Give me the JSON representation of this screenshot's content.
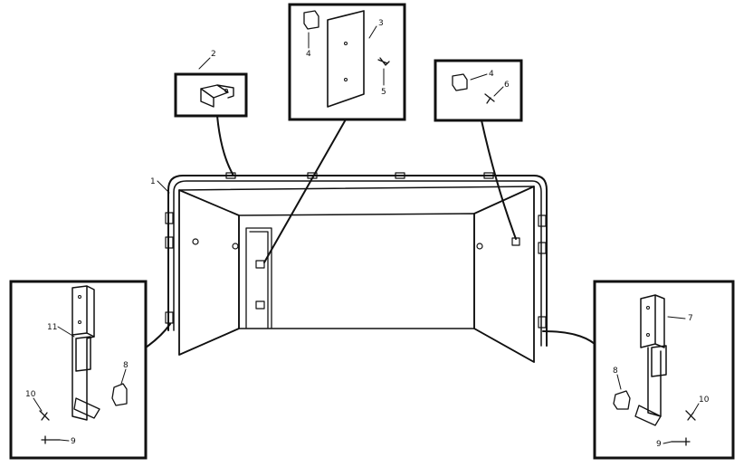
{
  "callouts": {
    "c1": "1",
    "c2": "2",
    "c3": "3",
    "c4a": "4",
    "c5": "5",
    "c4b": "4",
    "c6": "6",
    "c7": "7",
    "c8a": "8",
    "c8b": "8",
    "c9a": "9",
    "c9b": "9",
    "c10a": "10",
    "c10b": "10",
    "c11": "11"
  },
  "colors": {
    "line": "#111111",
    "background": "#ffffff"
  }
}
